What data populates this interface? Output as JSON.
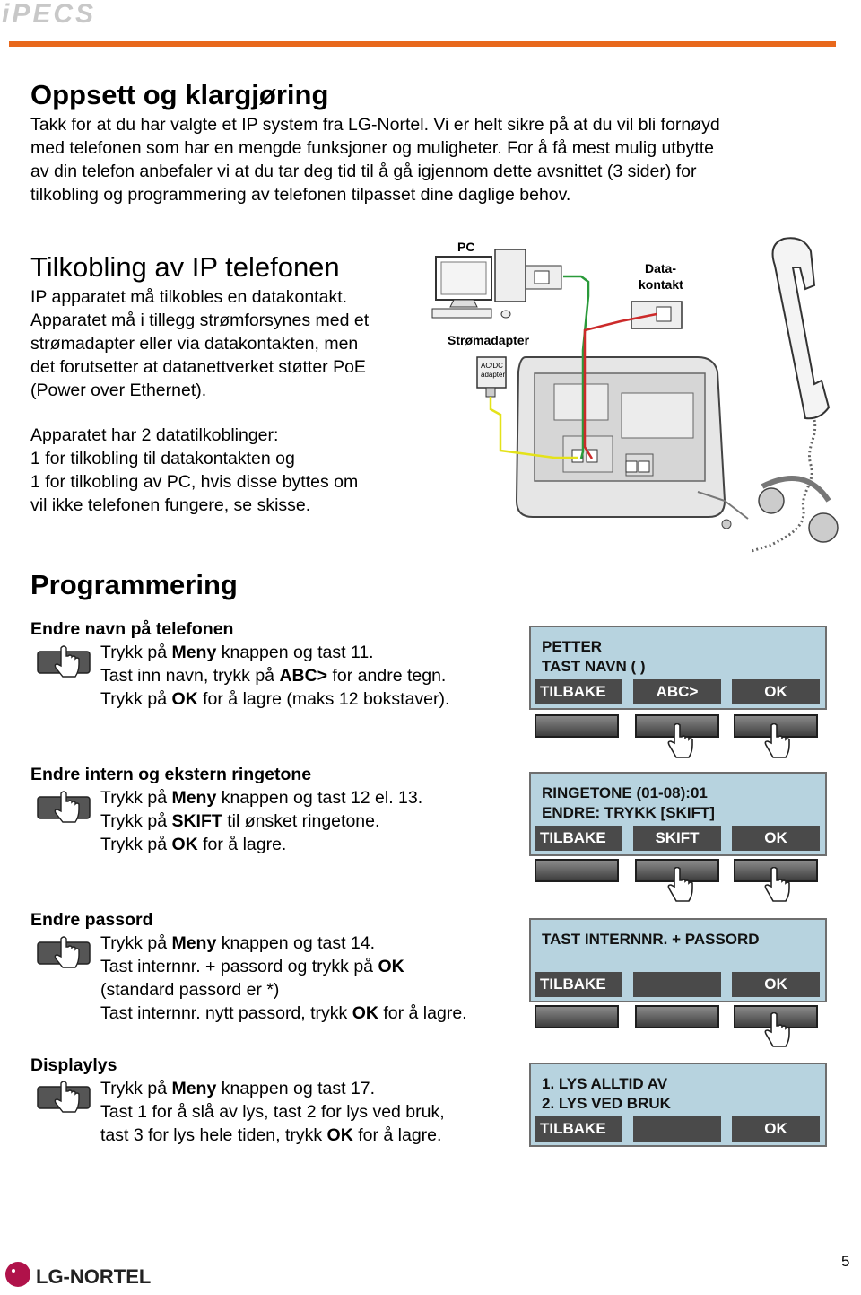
{
  "header": {
    "logo_text": "iPECS"
  },
  "intro": {
    "title": "Oppsett og klargjøring",
    "lines": [
      "Takk for at du har valgte et IP system fra LG-Nortel. Vi er helt sikre på at du vil bli fornøyd",
      "med telefonen som har en mengde funksjoner og muligheter. For å få mest mulig utbytte",
      "av din telefon anbefaler vi at du tar deg tid til å gå igjennom dette avsnittet (3 sider) for",
      "tilkobling og programmering av telefonen tilpasset dine daglige behov."
    ]
  },
  "connect": {
    "title": "Tilkobling av IP telefonen",
    "lines": [
      "IP apparatet må tilkobles en datakontakt.",
      "Apparatet må i tillegg strømforsynes med et",
      "strømadapter eller via datakontakten, men",
      "det forutsetter at datanettverket støtter PoE",
      "(Power over Ethernet)."
    ],
    "lines2": [
      "Apparatet har 2 datatilkoblinger:",
      "1 for tilkobling til datakontakten og",
      "1 for tilkobling av PC, hvis disse byttes om",
      "vil ikke telefonen fungere, se skisse."
    ],
    "diagram": {
      "pc_label": "PC",
      "power_label": "Strømadapter",
      "adapter_text_1": "AC/DC",
      "adapter_text_2": "adapter",
      "data_label_1": "Data-",
      "data_label_2": "kontakt"
    }
  },
  "programming": {
    "title": "Programmering",
    "sections": [
      {
        "heading": "Endre navn på telefonen",
        "steps": [
          [
            "Trykk på ",
            "Meny",
            " knappen og tast 11.",
            "",
            ""
          ],
          [
            "Tast inn navn, trykk på ",
            "ABC>",
            " for andre tegn.",
            "",
            ""
          ],
          [
            "Trykk på ",
            "OK",
            " for å lagre (maks 12 bokstaver).",
            "",
            ""
          ]
        ],
        "lcd": {
          "line1": "PETTER",
          "line2": "TAST NAVN ( )",
          "keys": [
            "TILBAKE",
            "ABC>",
            "OK"
          ]
        }
      },
      {
        "heading": "Endre intern og ekstern ringetone",
        "steps": [
          [
            "Trykk på ",
            "Meny",
            " knappen og tast 12 el. 13.",
            "",
            ""
          ],
          [
            "Trykk på ",
            "SKIFT",
            " til ønsket ringetone.",
            "",
            ""
          ],
          [
            "Trykk på ",
            "OK",
            " for å lagre.",
            "",
            ""
          ]
        ],
        "lcd": {
          "line1": "RINGETONE (01-08):01",
          "line2": "ENDRE: TRYKK [SKIFT]",
          "keys": [
            "TILBAKE",
            "SKIFT",
            "OK"
          ]
        }
      },
      {
        "heading": "Endre passord",
        "steps": [
          [
            "Trykk på ",
            "Meny",
            " knappen og tast 14.",
            "",
            ""
          ],
          [
            "Tast internnr. + passord og trykk på ",
            "OK",
            "",
            "",
            ""
          ],
          [
            "(standard passord er *)",
            "",
            "",
            "",
            ""
          ],
          [
            "Tast internnr. nytt passord, trykk ",
            "OK",
            " for å lagre.",
            "",
            ""
          ]
        ],
        "lcd": {
          "line1": "TAST INTERNNR. + PASSORD",
          "line2": "",
          "keys": [
            "TILBAKE",
            "",
            "OK"
          ]
        }
      },
      {
        "heading": "Displaylys",
        "steps": [
          [
            "Trykk på ",
            "Meny",
            " knappen og tast 17.",
            "",
            ""
          ],
          [
            "Tast 1 for å slå av lys, tast 2 for lys ved bruk,",
            "",
            "",
            "",
            ""
          ],
          [
            "tast 3 for lys hele tiden, trykk ",
            "OK",
            " for å lagre.",
            "",
            ""
          ]
        ],
        "lcd": {
          "line1": "1. LYS ALLTID AV",
          "line2": "2. LYS VED BRUK",
          "keys": [
            "TILBAKE",
            "",
            "OK"
          ]
        }
      }
    ]
  },
  "footer": {
    "brand": "LG-NORTEL",
    "page": "5"
  }
}
